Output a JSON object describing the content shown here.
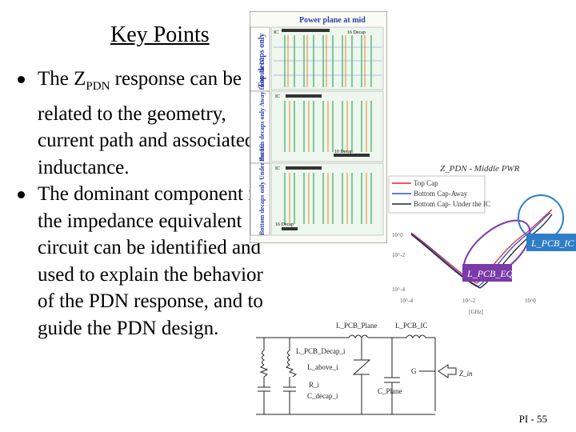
{
  "slide": {
    "title": "Key Points",
    "bullets": [
      {
        "pre": "The Z",
        "sub": "PDN",
        "post": " response can be related to the geometry, current path and associated inductance."
      },
      {
        "pre": "The dominant component in the impedance equivalent circuit can be identified and used to explain the behavior of the PDN response, and to guide the PDN design.",
        "sub": "",
        "post": ""
      }
    ],
    "footer": "PI - 55"
  },
  "board_figure": {
    "top_title": "Power plane at mid",
    "side_labels": [
      "Top decaps only",
      "Bottom decaps only Away from the IC",
      "Bottom decaps only Under the IC"
    ],
    "ic_label": "IC",
    "decap_labels": [
      "16 Decap",
      "10 Decap",
      "16 Decap"
    ]
  },
  "impedance_plot": {
    "title": "Z_PDN - Middle PWR",
    "legend": [
      "Top Cap",
      "Bottom Cap-Away",
      "Bottom Cap- Under the IC"
    ],
    "legend_colors": [
      "#e0242a",
      "#2a4fd6",
      "#222222"
    ],
    "y_ticks": [
      "10^0",
      "10^-2",
      "10^-4"
    ],
    "x_ticks": [
      "10^-4",
      "10^-2",
      "10^0"
    ],
    "x_unit": "[GHz]",
    "callouts": [
      "L_PCB_IC",
      "L_PCB_EQ"
    ]
  },
  "circuit": {
    "labels": [
      "L_PCB_Plane",
      "L_PCB_IC",
      "L_PCB_Decap_i",
      "L_above_i",
      "R_i",
      "C_decap_i",
      "C_Plane",
      "G",
      "Z_in"
    ]
  }
}
